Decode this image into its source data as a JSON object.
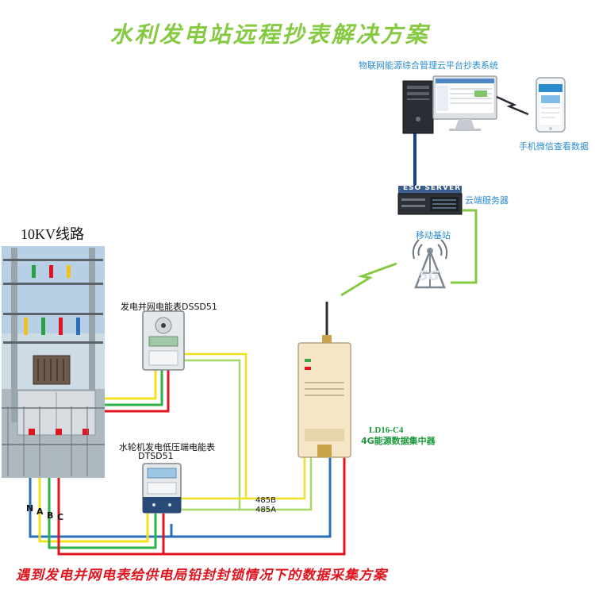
{
  "diagram": {
    "title": "水利发电站远程抄表解决方案",
    "footer": "遇到发电并网电表给供电局铅封封锁情况下的数据采集方案",
    "line_label": "10KV线路",
    "cloud_platform": {
      "label": "物联网能源综合管理云平台抄表系统"
    },
    "mobile": {
      "label": "手机微信查看数据"
    },
    "cloud_server": {
      "label": "云端服务器",
      "brand": "ESO SERVER"
    },
    "base_station": {
      "label": "移动基站",
      "badge": "5G"
    },
    "grid_meter": {
      "label": "发电并网电能表DSSD51"
    },
    "turbine_meter": {
      "label": "水轮机发电低压端电能表",
      "model": "DTSD51"
    },
    "concentrator": {
      "model": "LD16-C4",
      "label": "4G能源数据集中器"
    },
    "bus": {
      "b": "485B",
      "a": "485A"
    },
    "phases": {
      "n": "N",
      "a": "A",
      "b": "B",
      "c": "C"
    },
    "colors": {
      "green_link": "#86c943",
      "wire_yellow": "#f0e020",
      "wire_green": "#2db34a",
      "wire_red": "#e0141e",
      "wire_blue": "#2a6fb8",
      "title": "#86c943",
      "footer": "#e0141e",
      "label_blue": "#2a8ccf"
    }
  }
}
